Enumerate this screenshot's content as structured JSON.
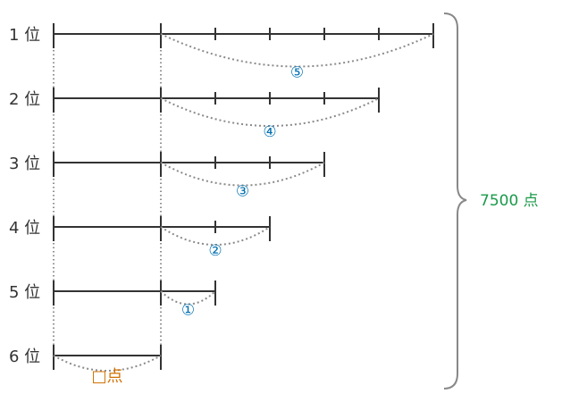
{
  "rows": [
    {
      "rank": "1 位",
      "segments": 5,
      "arc_label": "⑤"
    },
    {
      "rank": "2 位",
      "segments": 4,
      "arc_label": "④"
    },
    {
      "rank": "3 位",
      "segments": 3,
      "arc_label": "③"
    },
    {
      "rank": "4 位",
      "segments": 2,
      "arc_label": "②"
    },
    {
      "rank": "5 位",
      "segments": 1,
      "arc_label": "①"
    },
    {
      "rank": "6 位",
      "segments": 0,
      "arc_label": ""
    }
  ],
  "unknown_label": "□点",
  "total_label": "7500 点",
  "colors": {
    "line": "#333333",
    "arc": "#8a8a8a",
    "arc_label": "#0070b0",
    "total": "#1a9a4a",
    "unknown": "#d07000"
  }
}
